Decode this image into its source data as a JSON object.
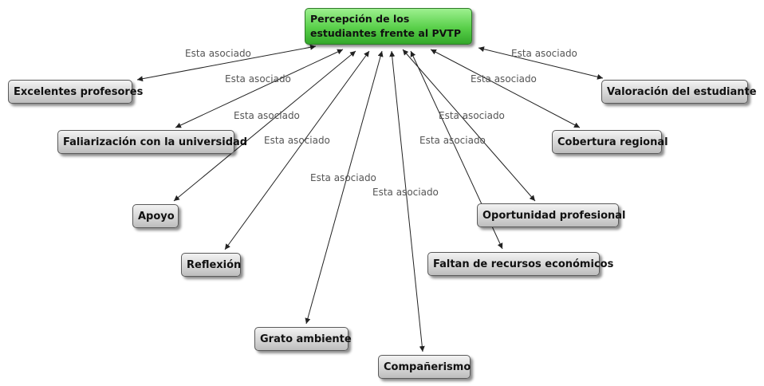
{
  "central_node": {
    "label": "Percepción de los estudiantes frente al PVTP"
  },
  "nodes": [
    {
      "id": "excelentes",
      "label": "Excelentes profesores"
    },
    {
      "id": "faliarizacion",
      "label": "Faliarización con la universidad"
    },
    {
      "id": "apoyo",
      "label": "Apoyo"
    },
    {
      "id": "reflexion",
      "label": "Reflexión"
    },
    {
      "id": "grato",
      "label": "Grato ambiente"
    },
    {
      "id": "companerismo",
      "label": "Compañerismo"
    },
    {
      "id": "faltan",
      "label": "Faltan de recursos económicos"
    },
    {
      "id": "oportunidad",
      "label": "Oportunidad profesional"
    },
    {
      "id": "cobertura",
      "label": "Cobertura regional"
    },
    {
      "id": "valoracion",
      "label": "Valoración del estudiante"
    }
  ],
  "edge_label": "Esta asociado",
  "edge_labels": [
    "Esta asociado",
    "Esta asociado",
    "Esta asociado",
    "Esta asociado",
    "Esta asociado",
    "Esta asociado",
    "Esta asociado",
    "Esta asociado",
    "Esta asociado",
    "Esta asociado"
  ]
}
